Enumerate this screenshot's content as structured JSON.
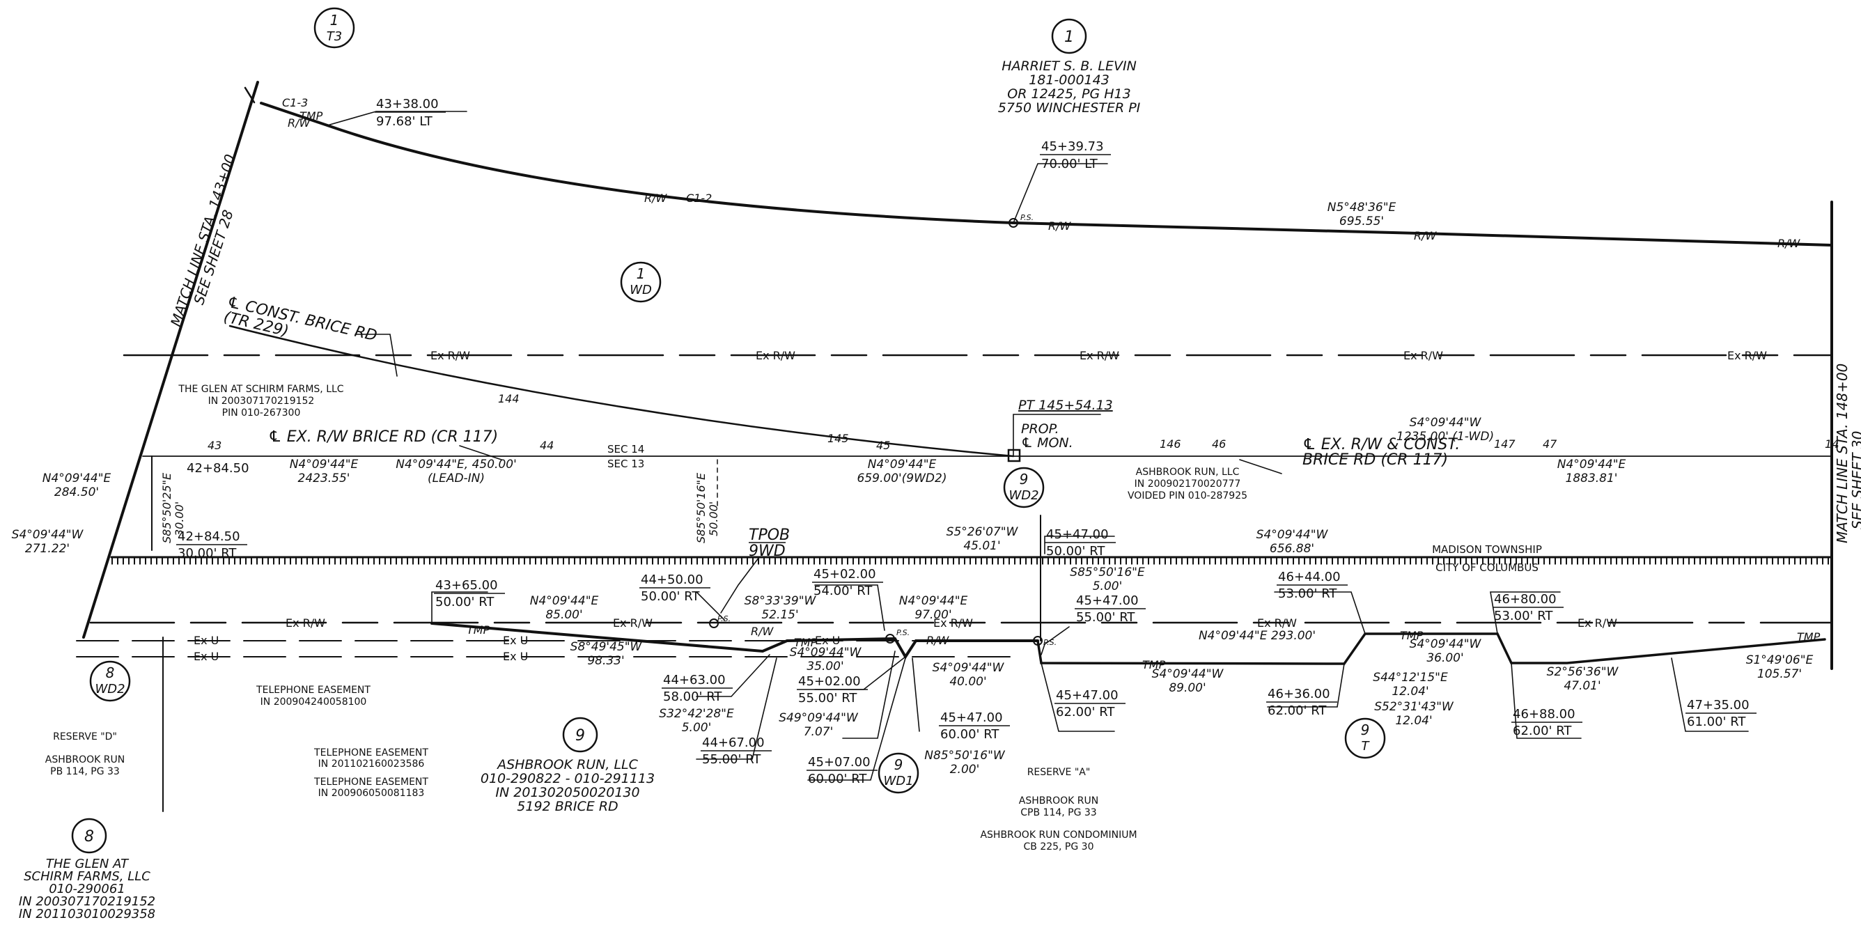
{
  "bubbles": {
    "b1_t3": [
      "1",
      "T3"
    ],
    "b1": [
      "1"
    ],
    "b1_wd": [
      "1",
      "WD"
    ],
    "b9_wd2": [
      "9",
      "WD2"
    ],
    "b8_wd2": [
      "8",
      "WD2"
    ],
    "b9": [
      "9"
    ],
    "b9_wd1": [
      "9",
      "WD1"
    ],
    "b9_t": [
      "9",
      "T"
    ],
    "b8": [
      "8"
    ]
  },
  "owners": {
    "levin": [
      "HARRIET S. B. LEVIN",
      "181-000143",
      "OR 12425, PG H13",
      "5750 WINCHESTER PI"
    ],
    "ashbrook_run_llc": [
      "ASHBROOK RUN, LLC",
      "010-290822 - 010-291113",
      "IN 201302050020130",
      "5192 BRICE RD"
    ],
    "glen_bottom": [
      "THE GLEN AT",
      "SCHIRM FARMS, LLC",
      "010-290061",
      "IN 200307170219152",
      "IN 201103010029358"
    ],
    "glen_top": [
      "THE GLEN AT SCHIRM FARMS, LLC",
      "IN 200307170219152",
      "PIN 010-267300"
    ],
    "ashbrook_voided": [
      "ASHBROOK RUN, LLC",
      "IN 200902170020777",
      "VOIDED PIN 010-287925"
    ],
    "reserve_d": [
      "RESERVE \"D\"",
      "ASHBROOK RUN",
      "PB 114, PG 33"
    ],
    "reserve_a": [
      "RESERVE \"A\"",
      "ASHBROOK RUN",
      "CPB 114, PG 33",
      "ASHBROOK RUN CONDOMINIUM",
      "CB 225, PG 30"
    ],
    "tel_easement_1": [
      "TELEPHONE EASEMENT",
      "IN 200904240058100"
    ],
    "tel_easement_2": [
      "TELEPHONE EASEMENT",
      "IN 201102160023586",
      "TELEPHONE EASEMENT",
      "IN 200906050081183"
    ]
  },
  "labels": {
    "match_left": [
      "MATCH LINE STA. 143+00",
      "SEE SHEET 28"
    ],
    "match_right": [
      "MATCH LINE STA. 148+00",
      "SEE SHEET 30"
    ],
    "const_brice": [
      "℄ CONST. BRICE RD",
      "(TR 229)"
    ],
    "ex_rw_brice": "℄ EX. R/W BRICE RD (CR 117)",
    "ex_rw_const": [
      "℄ EX. R/W & CONST.",
      "BRICE RD (CR 117)"
    ],
    "pt": "PT 145+54.13",
    "prop_mon": [
      "PROP.",
      "℄ MON."
    ],
    "tpob": [
      "TPOB",
      "9WD"
    ],
    "township": [
      "MADISON TOWNSHIP",
      "CITY OF COLUMBUS"
    ],
    "sec": [
      "SEC 14",
      "SEC 13"
    ],
    "ex_rw": "Ex R/W",
    "ex_u": "Ex U",
    "rw": "R/W",
    "tmp": "TMP",
    "c12": "C1-2",
    "c13": "C1-3",
    "ps": "P.S.",
    "sta_ticks": [
      "43",
      "44",
      "45",
      "146",
      "46",
      "147",
      "47",
      "144",
      "145",
      "14"
    ]
  },
  "callouts": {
    "c4338": [
      "43+38.00",
      "97.68' LT"
    ],
    "c4539": [
      "45+39.73",
      "70.00' LT"
    ],
    "c4284a": [
      "42+84.50"
    ],
    "c4284b": [
      "42+84.50",
      "30.00' RT"
    ],
    "c4365": [
      "43+65.00",
      "50.00' RT"
    ],
    "c4450": [
      "44+50.00",
      "50.00' RT"
    ],
    "c4502a": [
      "45+02.00",
      "54.00' RT"
    ],
    "c4547a": [
      "45+47.00",
      "50.00' RT"
    ],
    "c4547b": [
      "45+47.00",
      "55.00' RT"
    ],
    "c4644": [
      "46+44.00",
      "53.00' RT"
    ],
    "c4680": [
      "46+80.00",
      "53.00' RT"
    ],
    "c4463": [
      "44+63.00",
      "58.00' RT"
    ],
    "c4502b": [
      "45+02.00",
      "55.00' RT"
    ],
    "c4467": [
      "44+67.00",
      "55.00' RT"
    ],
    "c4507": [
      "45+07.00",
      "60.00' RT"
    ],
    "c4547c": [
      "45+47.00",
      "60.00' RT"
    ],
    "c4547d": [
      "45+47.00",
      "62.00' RT"
    ],
    "c4636": [
      "46+36.00",
      "62.00' RT"
    ],
    "c4688": [
      "46+88.00",
      "62.00' RT"
    ],
    "c4735": [
      "47+35.00",
      "61.00' RT"
    ]
  },
  "bearings": {
    "n5": [
      "N5°48'36\"E",
      "695.55'"
    ],
    "s4_1235": [
      "S4°09'44\"W",
      "1235.00' (1-WD)"
    ],
    "n4_1883": [
      "N4°09'44\"E",
      "1883.81'"
    ],
    "n4_659": [
      "N4°09'44\"E",
      "659.00'(9WD2)"
    ],
    "n4_2423": [
      "N4°09'44\"E",
      "2423.55'"
    ],
    "n4_450": [
      "N4°09'44\"E, 450.00'",
      "(LEAD-IN)"
    ],
    "n4_284": [
      "N4°09'44\"E",
      "284.50'"
    ],
    "s4_271": [
      "S4°09'44\"W",
      "271.22'"
    ],
    "s85_25": [
      "S85°50'25\"E",
      "30.00'"
    ],
    "s85_16v": [
      "S85°50'16\"E",
      "50.00'"
    ],
    "s4_656": [
      "S4°09'44\"W",
      "656.88'"
    ],
    "n4_85": [
      "N4°09'44\"E",
      "85.00'"
    ],
    "s8_33": [
      "S8°33'39\"W",
      "52.15'"
    ],
    "s5_26": [
      "S5°26'07\"W",
      "45.01'"
    ],
    "n4_97": [
      "N4°09'44\"E",
      "97.00'"
    ],
    "s85_16a": [
      "S85°50'16\"E",
      "5.00'"
    ],
    "n4_293": "N4°09'44\"E  293.00'",
    "s8_49": [
      "S8°49'45\"W",
      "98.33'"
    ],
    "s4_35": [
      "S4°09'44\"W",
      "35.00'"
    ],
    "s4_40": [
      "S4°09'44\"W",
      "40.00'"
    ],
    "s4_89": [
      "S4°09'44\"W",
      "89.00'"
    ],
    "s4_36": [
      "S4°09'44\"W",
      "36.00'"
    ],
    "s44": [
      "S44°12'15\"E",
      "12.04'"
    ],
    "s52": [
      "S52°31'43\"W",
      "12.04'"
    ],
    "s2": [
      "S2°56'36\"W",
      "47.01'"
    ],
    "s1": [
      "S1°49'06\"E",
      "105.57'"
    ],
    "s32": [
      "S32°42'28\"E",
      "5.00'"
    ],
    "s49": [
      "S49°09'44\"W",
      "7.07'"
    ],
    "n85": [
      "N85°50'16\"W",
      "2.00'"
    ]
  }
}
